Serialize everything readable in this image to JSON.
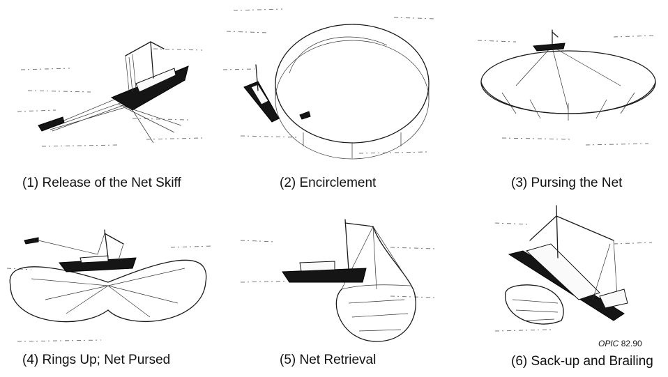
{
  "panels": [
    {
      "caption": "(1)  Release of the Net Skiff"
    },
    {
      "caption": "(2)  Encirclement"
    },
    {
      "caption": "(3)  Pursing the Net"
    },
    {
      "caption": "(4)  Rings Up; Net Pursed"
    },
    {
      "caption": "(5)  Net Retrieval"
    },
    {
      "caption": "(6) Sack-up and Brailing"
    }
  ],
  "credit": {
    "italic": "OPIC",
    "number": "82.90"
  }
}
